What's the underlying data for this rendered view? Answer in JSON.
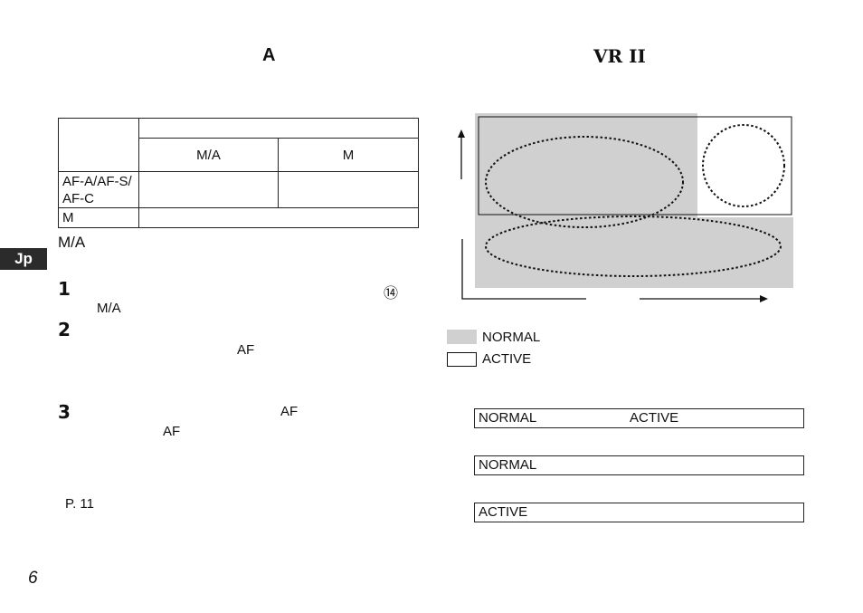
{
  "left": {
    "heading": "A",
    "table": {
      "col_ma": "M/A",
      "col_m": "M",
      "row_af": "AF-A/AF-S/\nAF-C",
      "row_m": "M"
    },
    "ma_label": "M/A",
    "steps": [
      {
        "num": "1",
        "text": "M/A",
        "circled": "⑭"
      },
      {
        "num": "2",
        "text": "AF"
      },
      {
        "num": "3",
        "text_a": "AF",
        "text_b": "AF"
      }
    ],
    "page_ref": "P. 11"
  },
  "side_tab": "Jp",
  "page_number": "6",
  "right": {
    "heading": "VR II",
    "legend": [
      {
        "label": "NORMAL",
        "swatch": "#d0d0d0"
      },
      {
        "label": "ACTIVE",
        "swatch": "#ffffff"
      }
    ],
    "boxes": [
      {
        "a": "NORMAL",
        "b": "ACTIVE"
      },
      {
        "a": "NORMAL"
      },
      {
        "a": "ACTIVE"
      }
    ]
  }
}
